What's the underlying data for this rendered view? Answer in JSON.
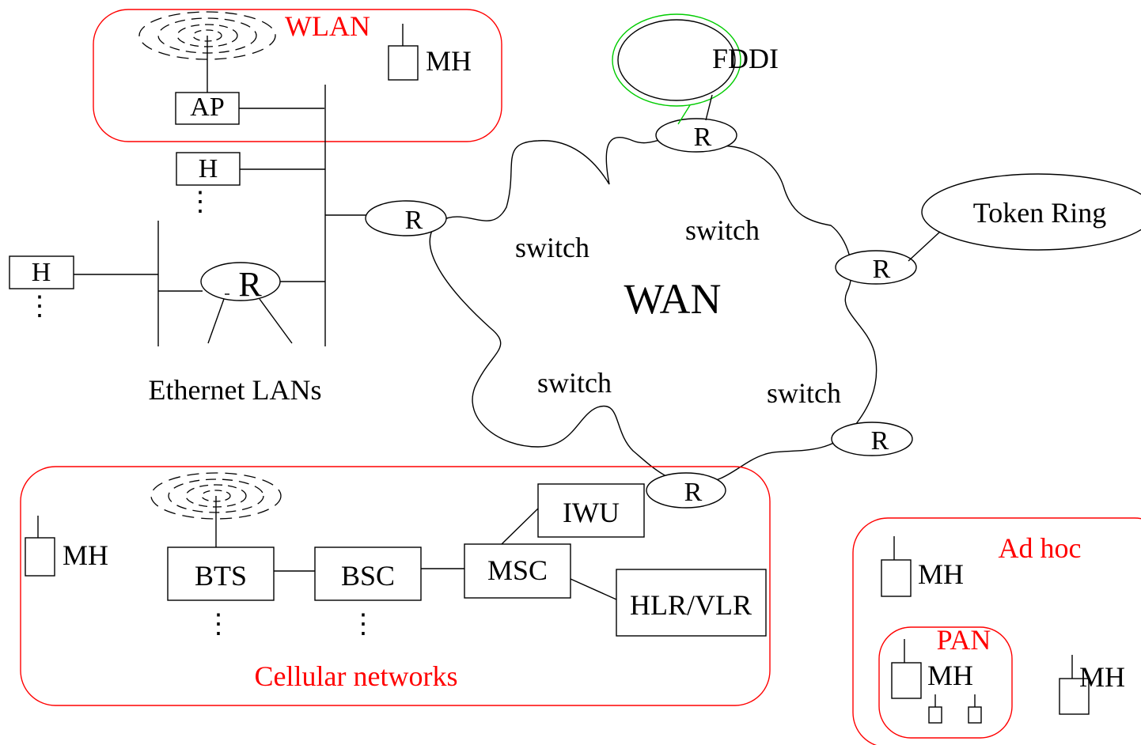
{
  "regions": {
    "wlan": "WLAN",
    "cellular": "Cellular networks",
    "adhoc": "Ad hoc",
    "pan": "PAN"
  },
  "nodes": {
    "ap": "AP",
    "host": "H",
    "router": "R",
    "mobile_host": "MH",
    "bts": "BTS",
    "bsc": "BSC",
    "msc": "MSC",
    "iwu": "IWU",
    "hlr_vlr": "HLR/VLR"
  },
  "networks": {
    "fddi": "FDDI",
    "token_ring": "Token Ring",
    "wan": "WAN",
    "ethernet": "Ethernet LANs",
    "switch": "switch"
  },
  "colors": {
    "region_outline": "#ff0000",
    "region_label": "#ff0000",
    "fddi_outer_ring": "#00cc00",
    "lines": "#000000"
  }
}
